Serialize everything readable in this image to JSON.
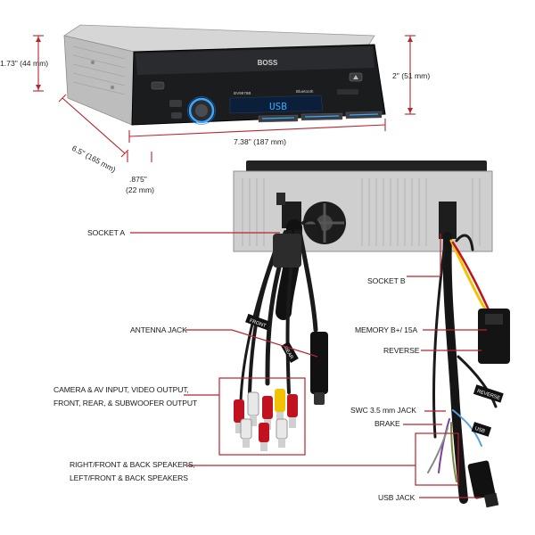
{
  "dimensions": {
    "height_small": "1.73\" (44 mm)",
    "height_large": "2\" (51 mm)",
    "width": "7.38\" (187 mm)",
    "depth": "6.5\" (165 mm)",
    "lip_line1": ".875\"",
    "lip_line2": "(22 mm)"
  },
  "device": {
    "brand": "BOSS",
    "model": "BV9979B",
    "display": "USB",
    "bluetooth": "Bluetooth"
  },
  "labels": {
    "socket_a": "SOCKET A",
    "socket_b": "SOCKET B",
    "antenna_jack": "ANTENNA JACK",
    "memory": "MEMORY B+/ 15A",
    "reverse": "REVERSE",
    "av_line1": "CAMERA & AV INPUT, VIDEO OUTPUT,",
    "av_line2": "FRONT, REAR, & SUBWOOFER OUTPUT",
    "swc": "SWC 3.5 mm JACK",
    "brake": "BRAKE",
    "speakers_line1": "RIGHT/FRONT & BACK SPEAKERS,",
    "speakers_line2": "LEFT/FRONT & BACK SPEAKERS",
    "usb_jack": "USB JACK"
  },
  "cable_tags": {
    "front": "FRONT",
    "rear": "REAR",
    "reverse": "REVERSE",
    "usb": "USB"
  },
  "colors": {
    "callout": "#b5262e",
    "chassis": "#c9c9c9",
    "faceplate": "#1b1c1e",
    "accent_blue": "#3aa8ff"
  }
}
